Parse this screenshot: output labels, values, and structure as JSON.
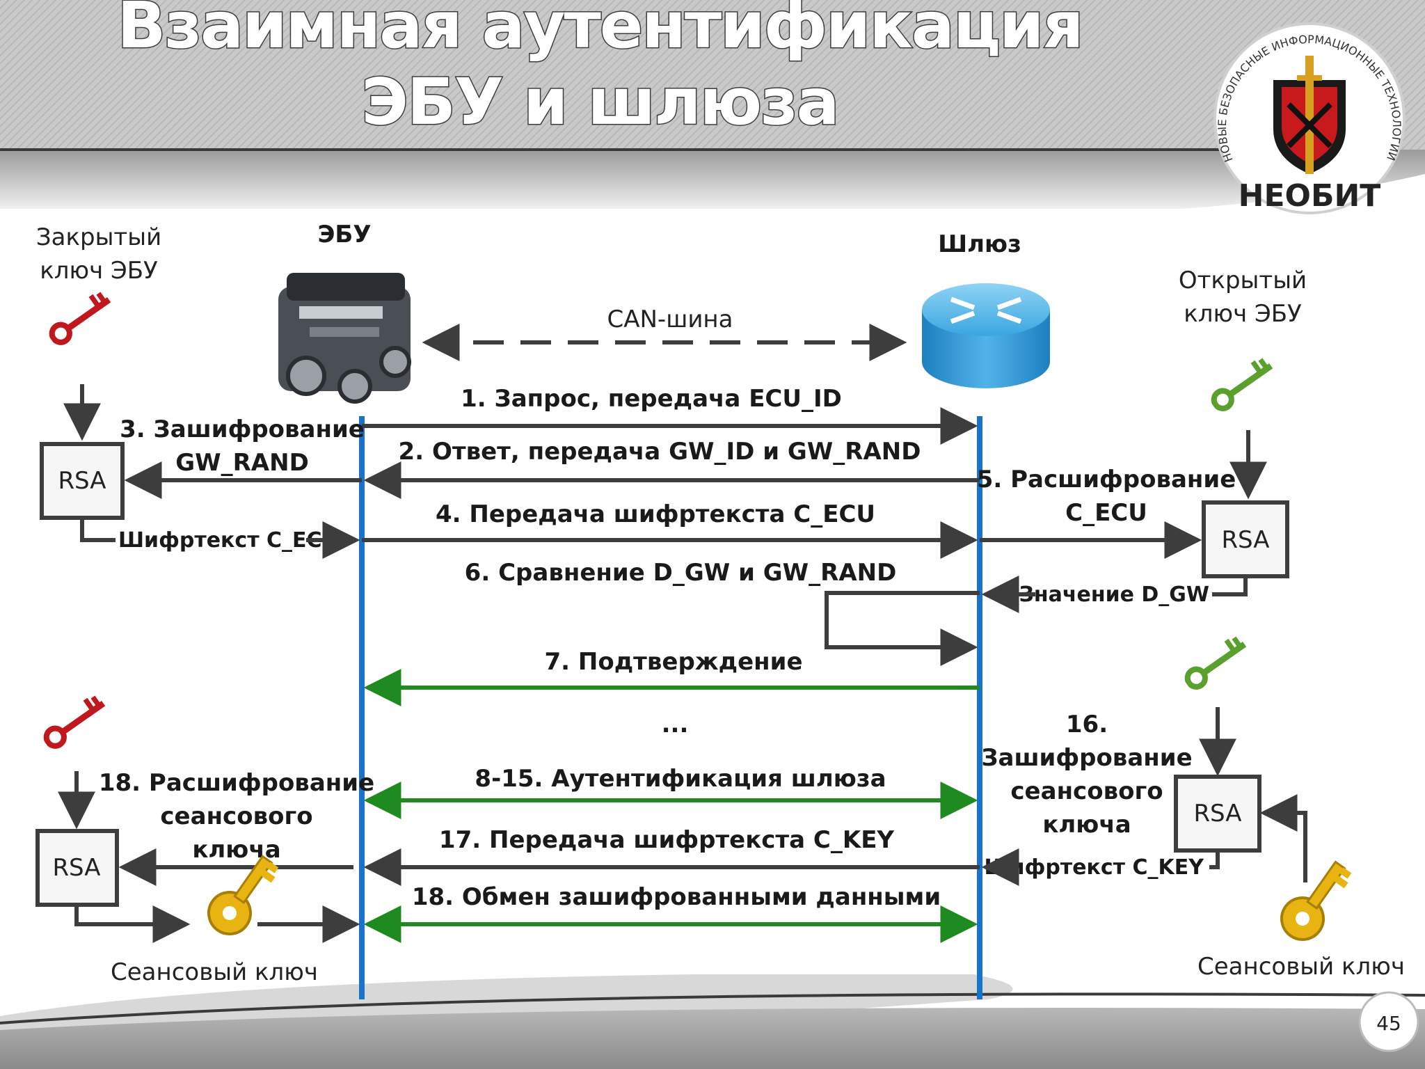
{
  "title": {
    "line1": "Взаимная аутентификация",
    "line2": "ЭБУ и шлюза"
  },
  "logo": {
    "ring_text": "НОВЫЕ БЕЗОПАСНЫЕ ИНФОРМАЦИОННЫЕ ТЕХНОЛОГИИ",
    "brand": "НЕОБИТ"
  },
  "actors": {
    "ecu": "ЭБУ",
    "gateway": "Шлюз"
  },
  "keys": {
    "private_line1": "Закрытый",
    "private_line2": "ключ ЭБУ",
    "public_line1": "Открытый",
    "public_line2": "ключ ЭБУ",
    "session_left": "Сеансовый ключ",
    "session_right": "Сеансовый ключ"
  },
  "bus": "CAN-шина",
  "rsa_label": "RSA",
  "steps": {
    "s1": "1. Запрос, передача ECU_ID",
    "s2": "2. Ответ, передача GW_ID и GW_RAND",
    "s3_line1": "3. Зашифрование",
    "s3_line2": "GW_RAND",
    "s4": "4. Передача шифртекста C_ECU",
    "s5_line1": "5. Расшифрование",
    "s5_line2": "C_ECU",
    "s6": "6. Сравнение D_GW и GW_RAND",
    "s7": "7. Подтверждение",
    "ellipsis": "...",
    "s8_15": "8-15. Аутентификация шлюза",
    "s16_line1": "16.",
    "s16_line2": "Зашифрование",
    "s16_line3": "сеансового",
    "s16_line4": "ключа",
    "s17": "17. Передача шифртекста C_KEY",
    "s18a_line1": "18. Расшифрование",
    "s18a_line2": "сеансового",
    "s18a_line3": "ключа",
    "s18b": "18. Обмен зашифрованными данными"
  },
  "small_labels": {
    "cipher_ecu": "Шифртекст C_ECU",
    "value_dgw": "Значение D_GW",
    "cipher_key": "Шифртекст C_KEY"
  },
  "page_number": "45",
  "colors": {
    "lifeline": "#1a73c9",
    "arrow": "#3d3d3d",
    "confirm": "#1f8a1f",
    "private_key": "#c0181c",
    "public_key": "#5aa02c",
    "session_key": "#e7b412"
  }
}
